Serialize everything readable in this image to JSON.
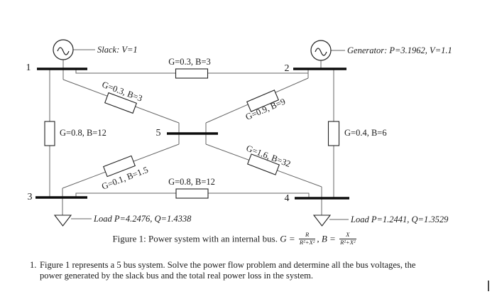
{
  "colors": {
    "wire": "#666666",
    "bus_bar": "#0d0d0d",
    "text": "#1b1b1b"
  },
  "figure": {
    "buses": [
      {
        "id": "1",
        "label": "1"
      },
      {
        "id": "2",
        "label": "2"
      },
      {
        "id": "3",
        "label": "3"
      },
      {
        "id": "4",
        "label": "4"
      },
      {
        "id": "5",
        "label": "5"
      }
    ],
    "generators": [
      {
        "bus": "1",
        "label": "Slack: V=1"
      },
      {
        "bus": "2",
        "label": "Generator: P=3.1962, V=1.1"
      }
    ],
    "loads": [
      {
        "bus": "3",
        "label": "Load P=4.2476, Q=1.4338"
      },
      {
        "bus": "4",
        "label": "Load P=1.2441, Q=1.3529"
      }
    ],
    "lines": [
      {
        "from": "1",
        "to": "2",
        "label": "G=0.3, B=3"
      },
      {
        "from": "1",
        "to": "5",
        "label": "G=0.3, B=3"
      },
      {
        "from": "1",
        "to": "3",
        "label": "G=0.8, B=12"
      },
      {
        "from": "2",
        "to": "5",
        "label": "G=0.9, B=9"
      },
      {
        "from": "2",
        "to": "4",
        "label": "G=0.4, B=6"
      },
      {
        "from": "3",
        "to": "5",
        "label": "G=0.1, B=1.5"
      },
      {
        "from": "3",
        "to": "4",
        "label": "G=0.8, B=12"
      },
      {
        "from": "5",
        "to": "4",
        "label": "G=1.6, B=32"
      }
    ]
  },
  "caption": {
    "text": "Figure 1: Power system with an internal bus.",
    "g_lhs": "G =",
    "g_num": "R",
    "g_den": "R²+X²",
    "sep": ",",
    "b_lhs": "B =",
    "b_num": "X",
    "b_den": "R²+X²"
  },
  "problem": {
    "number": "1.",
    "line1": "Figure 1 represents a 5 bus system. Solve the power flow problem and determine all the bus voltages, the",
    "line2": "power generated by the slack bus and the total real power loss in the system."
  }
}
